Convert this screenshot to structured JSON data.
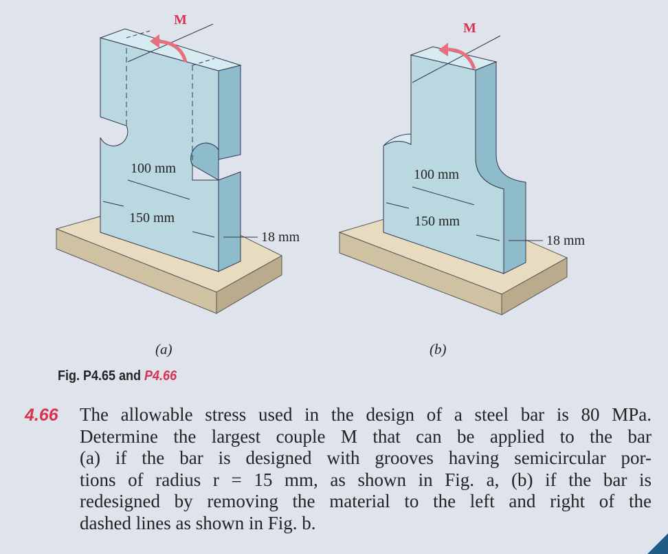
{
  "figure": {
    "moment_label": "M",
    "fig_a": {
      "dim_inner": "100 mm",
      "dim_width": "150 mm",
      "dim_thickness": "18 mm",
      "sublabel": "(a)"
    },
    "fig_b": {
      "dim_inner": "100 mm",
      "dim_width": "150 mm",
      "dim_thickness": "18 mm",
      "sublabel": "(b)"
    },
    "caption_prefix": "Fig. P4.65 and ",
    "caption_highlight": "P4.66"
  },
  "problem": {
    "number": "4.66",
    "lines": [
      "The allowable stress used in the design of a steel bar is 80 MPa.",
      "Determine the largest couple M that can be applied to the bar",
      "(a) if the bar is designed with grooves having semicircular por-",
      "tions of radius r = 15 mm, as shown in Fig. a, (b) if the bar is",
      "redesigned by removing the material to the left and right of the",
      "dashed lines as shown in Fig. b."
    ]
  },
  "colors": {
    "accent": "#d6334f",
    "bar": "#b9d8e0",
    "base": "#d8ccb0"
  }
}
